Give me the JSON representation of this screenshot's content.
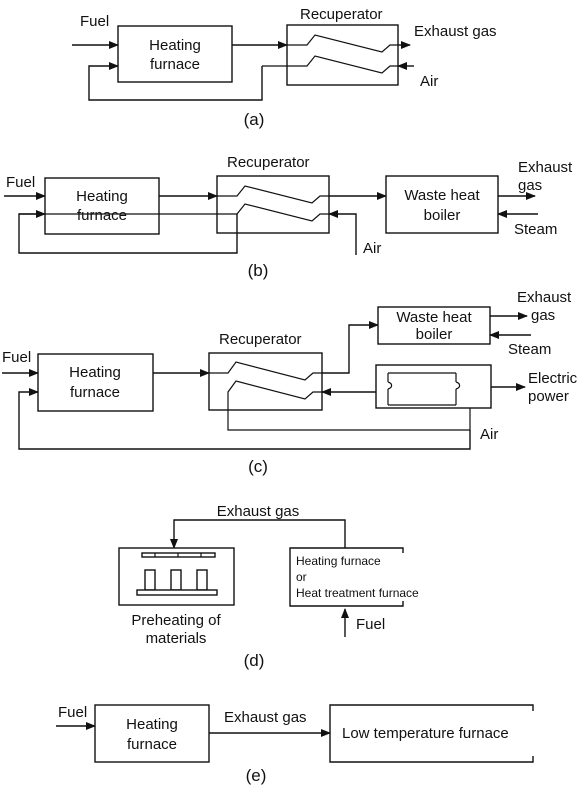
{
  "a": {
    "fuel": "Fuel",
    "heating_furnace_1": "Heating",
    "heating_furnace_2": "furnace",
    "recuperator": "Recuperator",
    "exhaust_gas": "Exhaust gas",
    "air": "Air",
    "caption": "(a)"
  },
  "b": {
    "fuel": "Fuel",
    "heating_furnace_1": "Heating",
    "heating_furnace_2": "furnace",
    "recuperator": "Recuperator",
    "boiler_1": "Waste heat",
    "boiler_2": "boiler",
    "exhaust_1": "Exhaust",
    "exhaust_2": "gas",
    "steam": "Steam",
    "air": "Air",
    "caption": "(b)"
  },
  "c": {
    "fuel": "Fuel",
    "heating_furnace_1": "Heating",
    "heating_furnace_2": "furnace",
    "recuperator": "Recuperator",
    "boiler_1": "Waste heat",
    "boiler_2": "boiler",
    "exhaust_1": "Exhaust",
    "exhaust_2": "gas",
    "steam": "Steam",
    "electric_1": "Electric",
    "electric_2": "power",
    "air": "Air",
    "caption": "(c)"
  },
  "d": {
    "exhaust_gas": "Exhaust gas",
    "preheat_1": "Preheating of",
    "preheat_2": "materials",
    "furnace_1": "Heating furnace",
    "furnace_2": "or",
    "furnace_3": "Heat treatment furnace",
    "fuel": "Fuel",
    "caption": "(d)"
  },
  "e": {
    "fuel": "Fuel",
    "heating_furnace_1": "Heating",
    "heating_furnace_2": "furnace",
    "exhaust_gas": "Exhaust gas",
    "low_temp_furnace": "Low temperature furnace",
    "caption": "(e)"
  }
}
